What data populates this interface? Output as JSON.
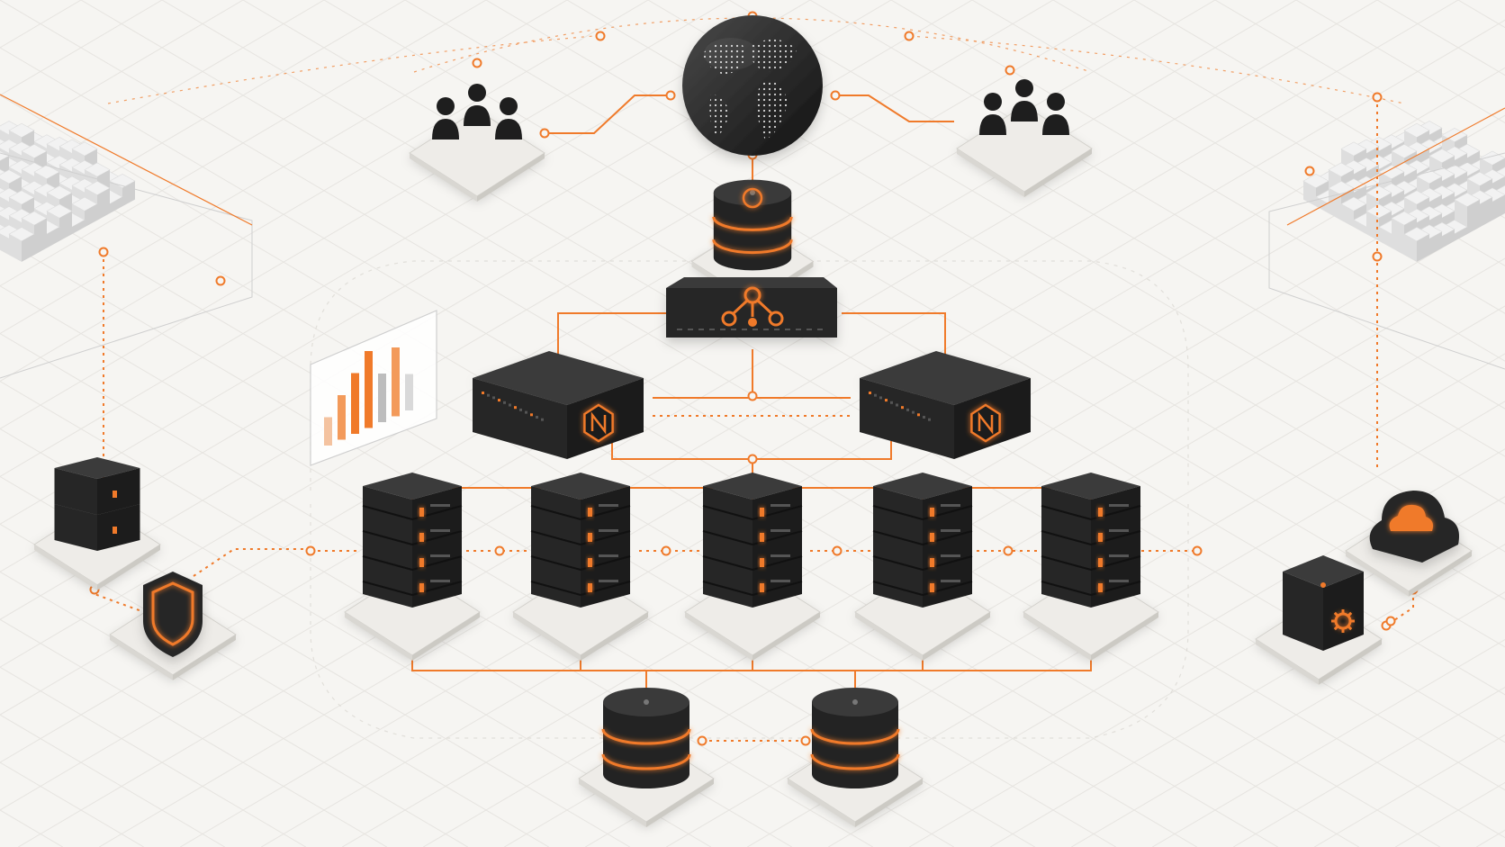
{
  "colors": {
    "background": "#f6f5f2",
    "accent": "#f07a2a",
    "device_dark": "#2a2a2a",
    "device_top": "#3a3a3a",
    "plate": "#eceae6",
    "grid": "#e4e2de"
  },
  "nodes": [
    {
      "id": "globe",
      "kind": "globe",
      "icon": "globe-icon"
    },
    {
      "id": "users-left",
      "kind": "users",
      "icon": "users-icon"
    },
    {
      "id": "users-right",
      "kind": "users",
      "icon": "users-icon"
    },
    {
      "id": "dns-db",
      "kind": "database",
      "icon": "database-icon"
    },
    {
      "id": "core-router",
      "kind": "router",
      "icon": "network-hub-icon"
    },
    {
      "id": "nginx-left",
      "kind": "load-balancer",
      "icon": "nginx-icon",
      "badge": "N"
    },
    {
      "id": "nginx-right",
      "kind": "load-balancer",
      "icon": "nginx-icon",
      "badge": "N"
    },
    {
      "id": "server-1",
      "kind": "server",
      "icon": "server-icon"
    },
    {
      "id": "server-2",
      "kind": "server",
      "icon": "server-icon"
    },
    {
      "id": "server-3",
      "kind": "server",
      "icon": "server-icon"
    },
    {
      "id": "server-4",
      "kind": "server",
      "icon": "server-icon"
    },
    {
      "id": "server-5",
      "kind": "server",
      "icon": "server-icon"
    },
    {
      "id": "db-primary",
      "kind": "database",
      "icon": "database-icon"
    },
    {
      "id": "db-replica",
      "kind": "database",
      "icon": "database-icon"
    },
    {
      "id": "edge-server",
      "kind": "server",
      "icon": "server-icon"
    },
    {
      "id": "security",
      "kind": "shield",
      "icon": "shield-icon"
    },
    {
      "id": "cloud",
      "kind": "cloud",
      "icon": "cloud-icon"
    },
    {
      "id": "config-box",
      "kind": "cube",
      "icon": "gear-icon"
    },
    {
      "id": "analytics-panel",
      "kind": "chart-panel",
      "icon": "bar-chart-icon"
    },
    {
      "id": "terrain-left",
      "kind": "terrain",
      "icon": "terrain-icon"
    },
    {
      "id": "terrain-right",
      "kind": "terrain",
      "icon": "terrain-icon"
    }
  ],
  "edges": [
    {
      "from": "users-left",
      "to": "globe",
      "style": "solid"
    },
    {
      "from": "users-right",
      "to": "globe",
      "style": "solid"
    },
    {
      "from": "globe",
      "to": "dns-db",
      "style": "solid"
    },
    {
      "from": "dns-db",
      "to": "core-router",
      "style": "solid"
    },
    {
      "from": "core-router",
      "to": "nginx-left",
      "style": "solid"
    },
    {
      "from": "core-router",
      "to": "nginx-right",
      "style": "solid"
    },
    {
      "from": "nginx-left",
      "to": "nginx-right",
      "style": "dashed"
    },
    {
      "from": "nginx-left",
      "to": "server-1",
      "style": "solid"
    },
    {
      "from": "nginx-left",
      "to": "server-2",
      "style": "solid"
    },
    {
      "from": "nginx-left",
      "to": "server-3",
      "style": "solid"
    },
    {
      "from": "nginx-right",
      "to": "server-4",
      "style": "solid"
    },
    {
      "from": "nginx-right",
      "to": "server-5",
      "style": "solid"
    },
    {
      "from": "server-1",
      "to": "db-primary",
      "style": "solid"
    },
    {
      "from": "server-5",
      "to": "db-replica",
      "style": "solid"
    },
    {
      "from": "db-primary",
      "to": "db-replica",
      "style": "dashed"
    },
    {
      "from": "edge-server",
      "to": "security",
      "style": "dashed"
    },
    {
      "from": "cloud",
      "to": "config-box",
      "style": "dashed"
    }
  ],
  "analytics_bars": [
    0.35,
    0.55,
    0.75,
    0.95,
    0.6,
    0.85,
    0.45
  ],
  "analytics_colors": [
    "#f4c3a0",
    "#f39a5a",
    "#f07a2a",
    "#f07a2a",
    "#bdbdbd",
    "#f39a5a",
    "#d9d9d9"
  ]
}
